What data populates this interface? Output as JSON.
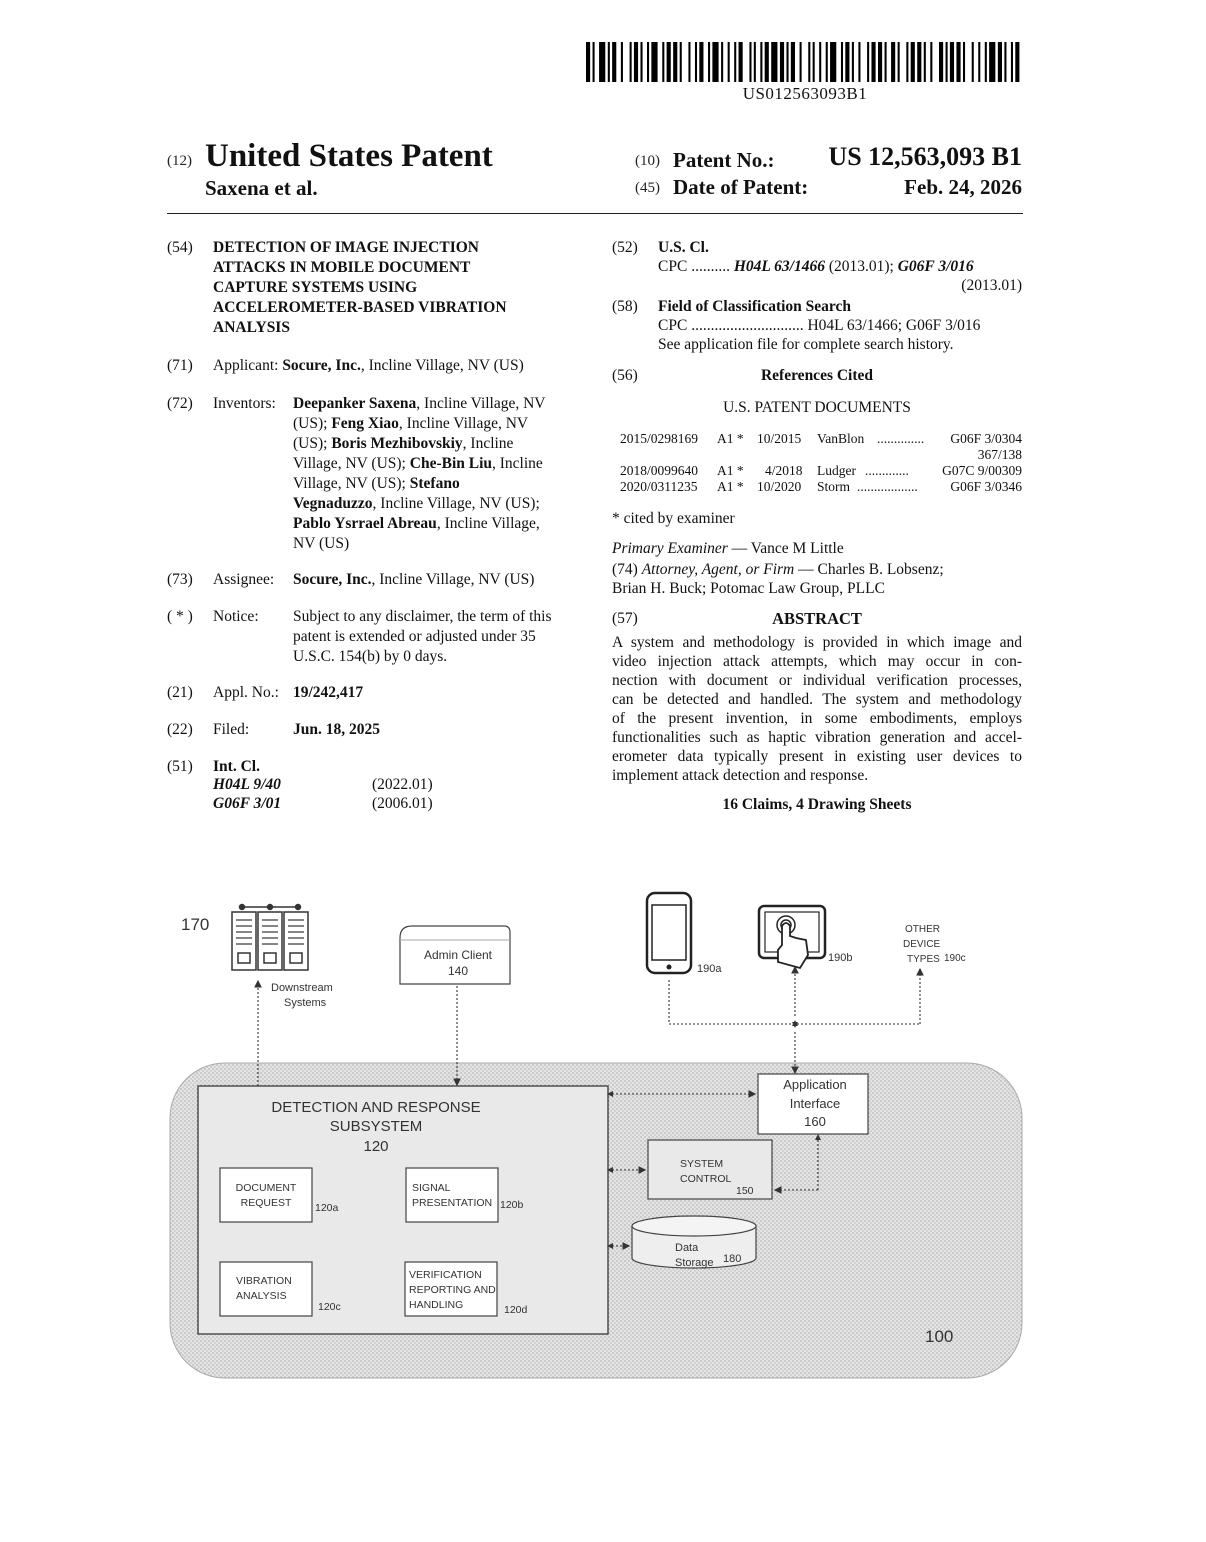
{
  "barcode_text": "US012563093B1",
  "header": {
    "code12": "(12)",
    "title": "United States Patent",
    "authors": "Saxena et al.",
    "code10": "(10)",
    "patent_no_label": "Patent No.:",
    "patent_no": "US 12,563,093 B1",
    "code45": "(45)",
    "date_label": "Date of Patent:",
    "date": "Feb. 24, 2026"
  },
  "left": {
    "c54": "(54)",
    "title_lines": [
      "DETECTION OF IMAGE INJECTION",
      "ATTACKS IN MOBILE DOCUMENT",
      "CAPTURE SYSTEMS USING",
      "ACCELEROMETER-BASED VIBRATION",
      "ANALYSIS"
    ],
    "c71": "(71)",
    "applicant_label": "Applicant:",
    "applicant_name": "Socure, Inc.",
    "applicant_loc": ", Incline Village, NV (US)",
    "c72": "(72)",
    "inventors_label": "Inventors:",
    "inventors_lines": [
      [
        {
          "t": "Deepanker Saxena",
          "b": true
        },
        {
          "t": ", Incline Village, NV"
        }
      ],
      [
        {
          "t": "(US); "
        },
        {
          "t": "Feng Xiao",
          "b": true
        },
        {
          "t": ", Incline Village, NV"
        }
      ],
      [
        {
          "t": "(US); "
        },
        {
          "t": "Boris Mezhibovskiy",
          "b": true
        },
        {
          "t": ", Incline"
        }
      ],
      [
        {
          "t": "Village, NV (US); "
        },
        {
          "t": "Che-Bin Liu",
          "b": true
        },
        {
          "t": ", Incline"
        }
      ],
      [
        {
          "t": "Village, NV (US); "
        },
        {
          "t": "Stefano",
          "b": true
        }
      ],
      [
        {
          "t": "Vegnaduzzo",
          "b": true
        },
        {
          "t": ", Incline Village, NV (US);"
        }
      ],
      [
        {
          "t": "Pablo Ysrrael Abreau",
          "b": true
        },
        {
          "t": ", Incline Village,"
        }
      ],
      [
        {
          "t": "NV (US)"
        }
      ]
    ],
    "c73": "(73)",
    "assignee_label": "Assignee:",
    "assignee_name": "Socure, Inc.",
    "assignee_loc": ", Incline Village, NV (US)",
    "cnotice": "( * )",
    "notice_label": "Notice:",
    "notice_lines": [
      "Subject to any disclaimer, the term of this",
      "patent is extended or adjusted under 35",
      "U.S.C. 154(b) by 0 days."
    ],
    "c21": "(21)",
    "appl_label": "Appl. No.:",
    "appl_no": "19/242,417",
    "c22": "(22)",
    "filed_label": "Filed:",
    "filed_date": "Jun. 18, 2025",
    "c51": "(51)",
    "intcl_label": "Int. Cl.",
    "intcl": [
      {
        "code": "H04L 9/40",
        "ver": "(2022.01)"
      },
      {
        "code": "G06F 3/01",
        "ver": "(2006.01)"
      }
    ]
  },
  "right": {
    "c52": "(52)",
    "uscl_label": "U.S. Cl.",
    "cpc_label": "CPC",
    "cpc_dots": "..........",
    "cpc_code1": "H04L 63/1466",
    "cpc_ver1": " (2013.01); ",
    "cpc_code2": "G06F 3/016",
    "cpc_ver2": "(2013.01)",
    "c58": "(58)",
    "field_label": "Field of Classification Search",
    "field_cpc_label": "CPC",
    "field_dots": ".............................",
    "field_codes": " H04L 63/1466; G06F 3/016",
    "field_note": "See application file for complete search history.",
    "c56": "(56)",
    "refs_label": "References Cited",
    "us_docs_label": "U.S. PATENT DOCUMENTS",
    "refs": [
      {
        "num": "2015/0298169",
        "kind": "A1 *",
        "date": "10/2015",
        "name": "VanBlon",
        "dots": "..............",
        "cls": "G06F 3/0304",
        "extra": "367/138"
      },
      {
        "num": "2018/0099640",
        "kind": "A1 *",
        "date": "4/2018",
        "name": "Ludger",
        "dots": ".............",
        "cls": "G07C 9/00309",
        "extra": ""
      },
      {
        "num": "2020/0311235",
        "kind": "A1 *",
        "date": "10/2020",
        "name": "Storm",
        "dots": "..................",
        "cls": "G06F 3/0346",
        "extra": ""
      }
    ],
    "cited_note": "* cited by examiner",
    "examiner_label": "Primary Examiner",
    "examiner_name": " — Vance M Little",
    "c74": "(74)",
    "attorney_label": "Attorney, Agent, or Firm",
    "attorney_line1": " — Charles B. Lobsenz;",
    "attorney_line2": "Brian H. Buck; Potomac Law Group, PLLC",
    "c57": "(57)",
    "abstract_label": "ABSTRACT",
    "abstract_lines": [
      "A system and methodology is provided in which image and",
      "video injection attack attempts, which may occur in con-",
      "nection with document or individual verification processes,",
      "can be detected and handled. The system and methodology",
      "of the present invention, in some embodiments, employs",
      "functionalities such as haptic vibration generation and accel-",
      "erometer data typically present in existing user devices to",
      "implement attack detection and response."
    ],
    "claims": "16 Claims, 4 Drawing Sheets"
  },
  "figure": {
    "ref_170": "170",
    "downstream_1": "Downstream",
    "downstream_2": "Systems",
    "admin_1": "Admin Client",
    "admin_2": "140",
    "ref_190a": "190a",
    "ref_190b": "190b",
    "other_1": "OTHER",
    "other_2": "DEVICE",
    "other_3": "TYPES",
    "ref_190c": "190c",
    "app_1": "Application",
    "app_2": "Interface",
    "app_3": "160",
    "sys_1": "SYSTEM",
    "sys_2": "CONTROL",
    "sys_3": "150",
    "ds_1": "Data",
    "ds_2": "Storage",
    "ds_3": "180",
    "drs_1": "DETECTION AND RESPONSE",
    "drs_2": "SUBSYSTEM",
    "drs_3": "120",
    "docreq_1": "DOCUMENT",
    "docreq_2": "REQUEST",
    "ref_120a": "120a",
    "sig_1": "SIGNAL",
    "sig_2": "PRESENTATION",
    "ref_120b": "120b",
    "vib_1": "VIBRATION",
    "vib_2": "ANALYSIS",
    "ref_120c": "120c",
    "ver_1": "VERIFICATION",
    "ver_2": "REPORTING AND",
    "ver_3": "HANDLING",
    "ref_120d": "120d",
    "ref_100": "100"
  }
}
